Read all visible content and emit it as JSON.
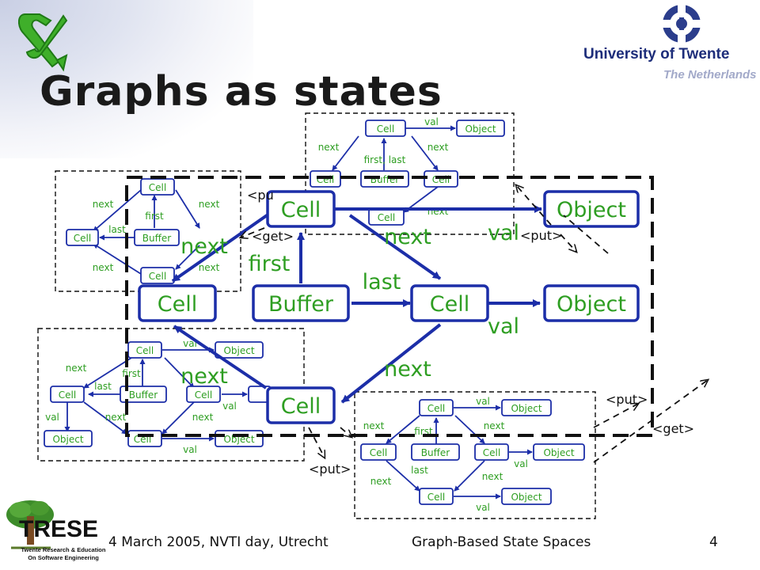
{
  "slide": {
    "title": "Graphs as states",
    "page_number": "4",
    "footer_left": "4 March 2005, NVTI day, Utrecht",
    "footer_center": "Graph-Based State Spaces"
  },
  "branding": {
    "university_name": "University of Twente",
    "university_country": "The Netherlands",
    "group_logo_text": "TRESE",
    "group_logo_subtitle_1": "Twente Research & Education",
    "group_logo_subtitle_2": "On Software Engineering",
    "top_left_icon": "green-ampersand-logo",
    "top_right_icon": "twente-emblem"
  },
  "colors": {
    "accent_blue": "#1c2ea8",
    "label_green": "#2e9e22",
    "university_navy": "#1d2d7a"
  },
  "labels": {
    "cell": "Cell",
    "object": "Object",
    "buffer": "Buffer",
    "next": "next",
    "first": "first",
    "last": "last",
    "val": "val",
    "first_last": "first, last",
    "put": "<put>",
    "get": "<get>",
    "put_partial": "<pu"
  }
}
